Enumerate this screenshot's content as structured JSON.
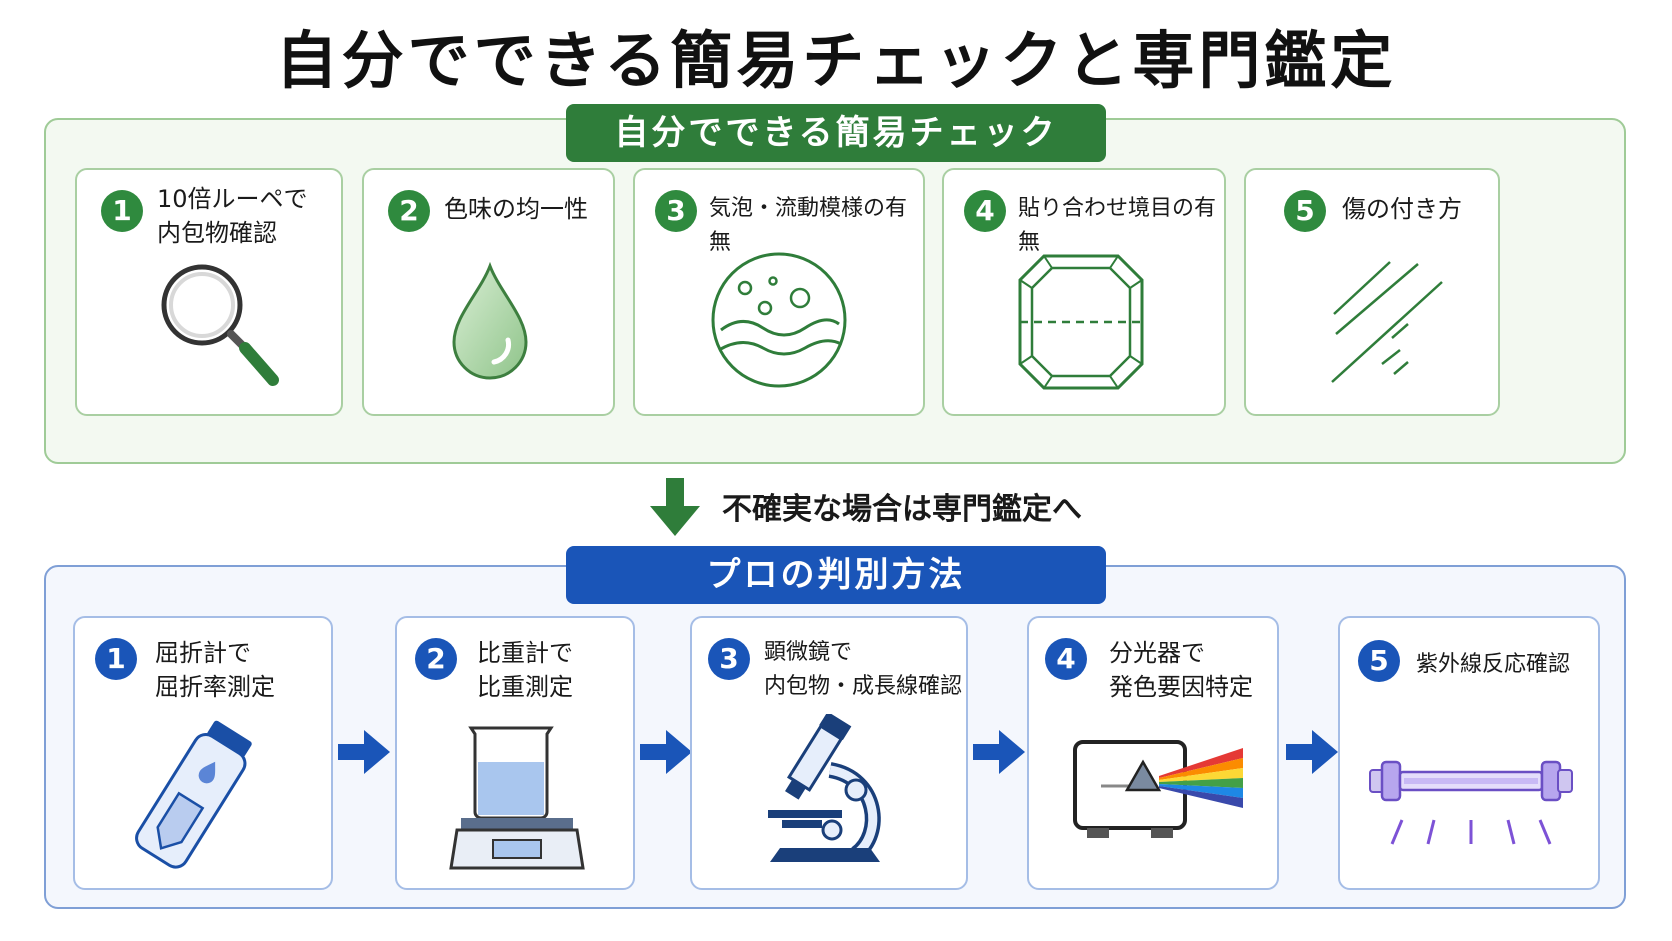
{
  "title": "自分でできる簡易チェックと専門鑑定",
  "self_check": {
    "heading": "自分でできる簡易チェック",
    "items": [
      {
        "num": "1",
        "label": "10倍ルーペで\n内包物確認",
        "icon": "magnifier-icon"
      },
      {
        "num": "2",
        "label": "色味の均一性",
        "icon": "droplet-icon"
      },
      {
        "num": "3",
        "label": "気泡・流動模様の有無",
        "icon": "bubbles-icon"
      },
      {
        "num": "4",
        "label": "貼り合わせ境目の有無",
        "icon": "gem-outline-icon"
      },
      {
        "num": "5",
        "label": "傷の付き方",
        "icon": "scratch-lines-icon"
      }
    ]
  },
  "transition": {
    "text": "不確実な場合は専門鑑定へ",
    "icon": "down-arrow-icon"
  },
  "pro": {
    "heading": "プロの判別方法",
    "items": [
      {
        "num": "1",
        "label": "屈折計で\n屈折率測定",
        "icon": "refractometer-icon"
      },
      {
        "num": "2",
        "label": "比重計で\n比重測定",
        "icon": "scale-beaker-icon"
      },
      {
        "num": "3",
        "label": "顕微鏡で\n内包物・成長線確認",
        "icon": "microscope-icon"
      },
      {
        "num": "4",
        "label": "分光器で\n発色要因特定",
        "icon": "spectroscope-icon"
      },
      {
        "num": "5",
        "label": "紫外線反応確認",
        "icon": "uv-lamp-icon"
      }
    ]
  },
  "colors": {
    "green": "#2f7d3a",
    "blue": "#1a55b8"
  }
}
